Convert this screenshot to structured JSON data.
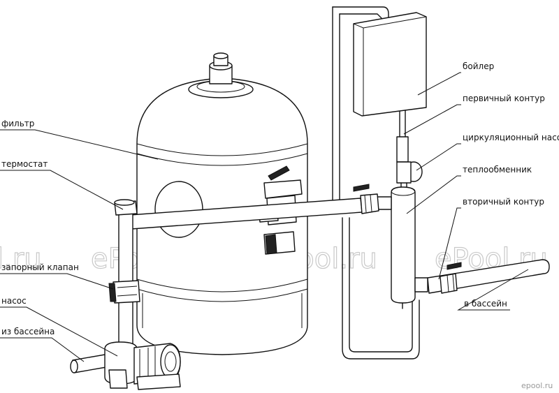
{
  "labels": {
    "boiler": "бойлер",
    "primary_circuit": "первичный контур",
    "circulation_pump": "циркуляционный насос",
    "heat_exchanger": "теплообменник",
    "secondary_circuit": "вторичный контур",
    "to_pool": "в бассейн",
    "filter": "фильтр",
    "thermostat": "термостат",
    "shutoff_valve": "запорный клапан",
    "pump": "насос",
    "from_pool": "из бассейна"
  },
  "watermarks": [
    "l.ru",
    "ePool.ru",
    "ePool.ru",
    "ePool.ru"
  ],
  "corner_logo": "epool.ru",
  "colors": {
    "ink": "#111111",
    "watermark": "#c9c9c9"
  }
}
